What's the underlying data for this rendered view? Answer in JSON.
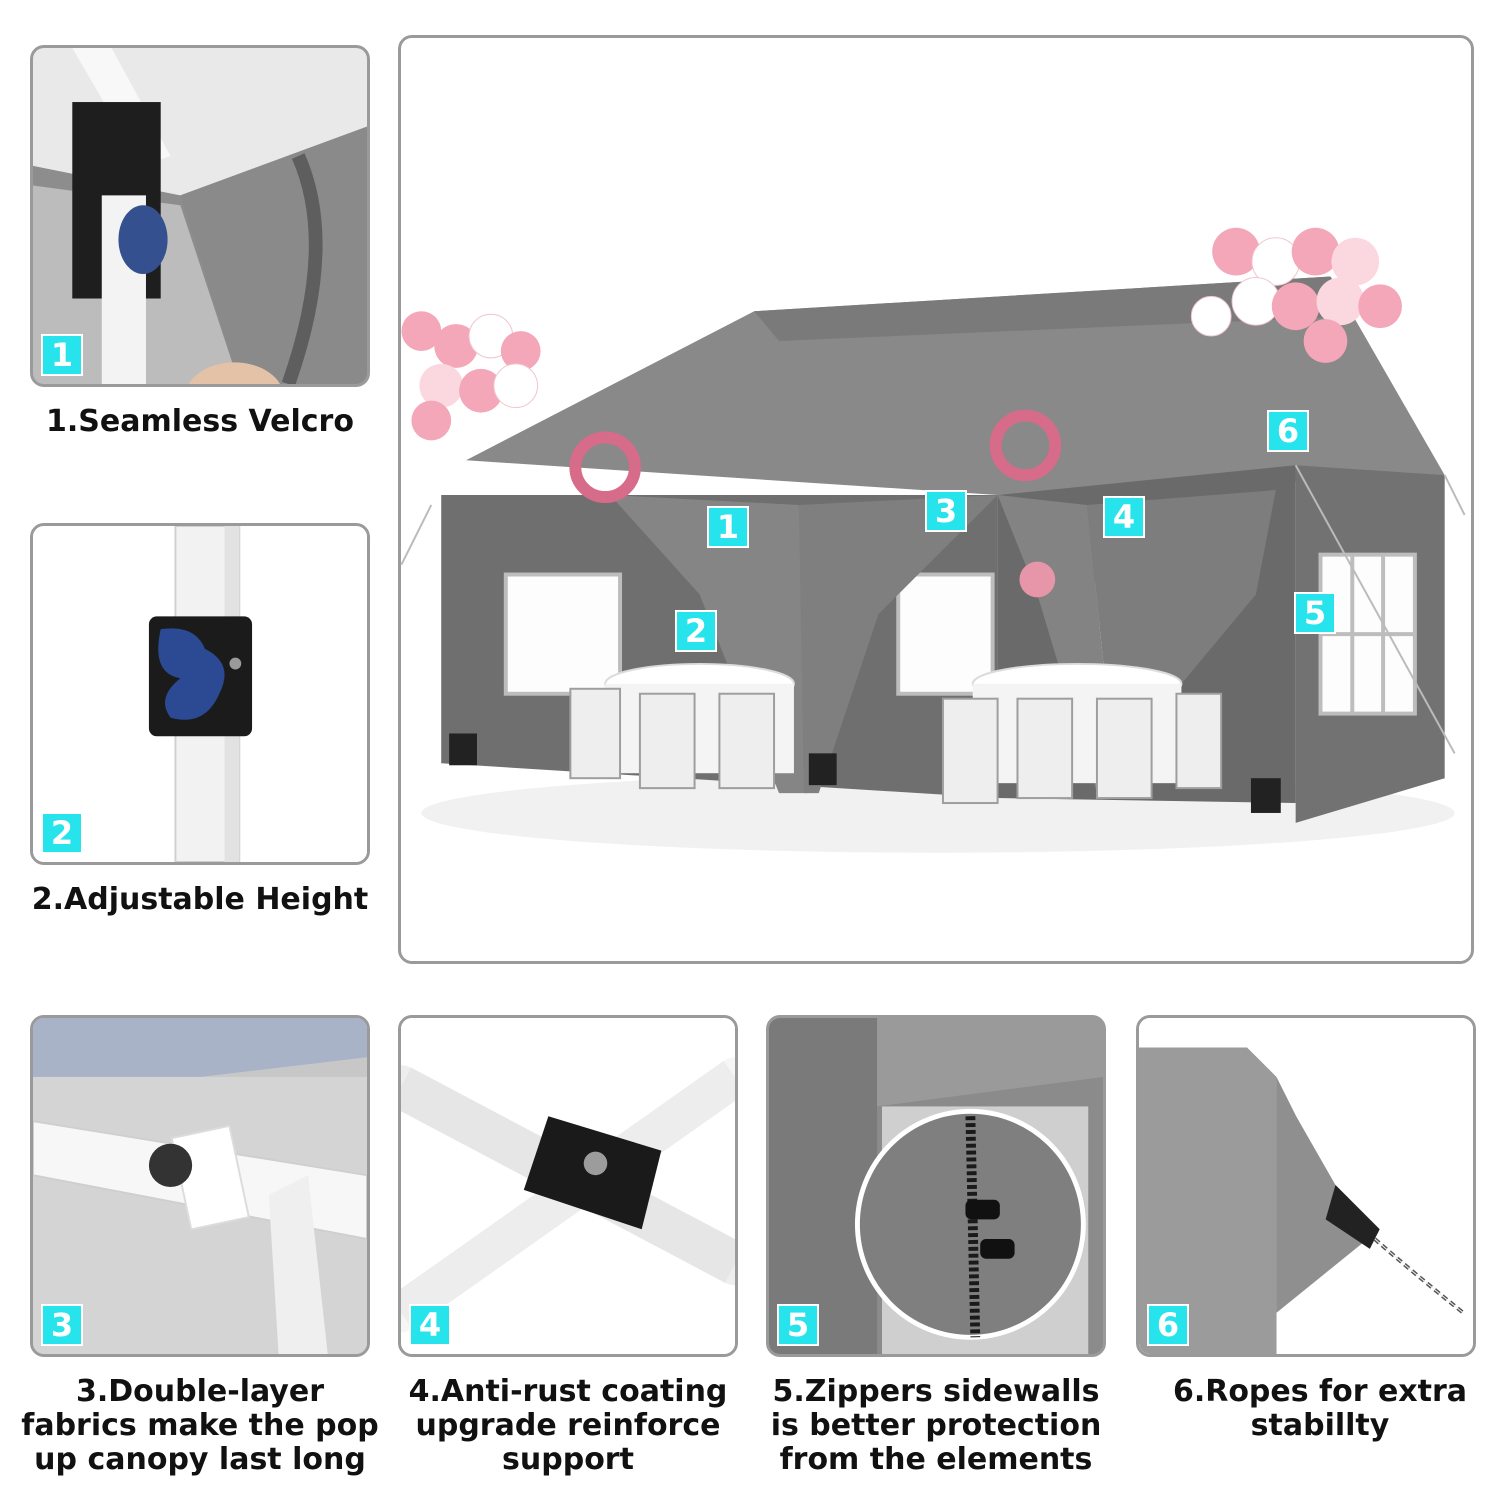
{
  "hero": {
    "callouts": [
      "1",
      "2",
      "3",
      "4",
      "5",
      "6"
    ]
  },
  "features": [
    {
      "number": "1",
      "caption": "1.Seamless Velcro"
    },
    {
      "number": "2",
      "caption": "2.Adjustable Height"
    },
    {
      "number": "3",
      "caption": "3.Double-layer fabrics make the pop up canopy last long"
    },
    {
      "number": "4",
      "caption": "4.Anti-rust coating upgrade reinforce support"
    },
    {
      "number": "5",
      "caption": "5.Zippers sidewalls is better protection from the elements"
    },
    {
      "number": "6",
      "caption": "6.Ropes for extra stabillty"
    }
  ],
  "colors": {
    "badge": "#27e3ec",
    "canopy": "#7c7c7c",
    "panel_border": "#9a9a9a",
    "frame": "#f4f4f4",
    "clip": "#2f4a8c"
  }
}
